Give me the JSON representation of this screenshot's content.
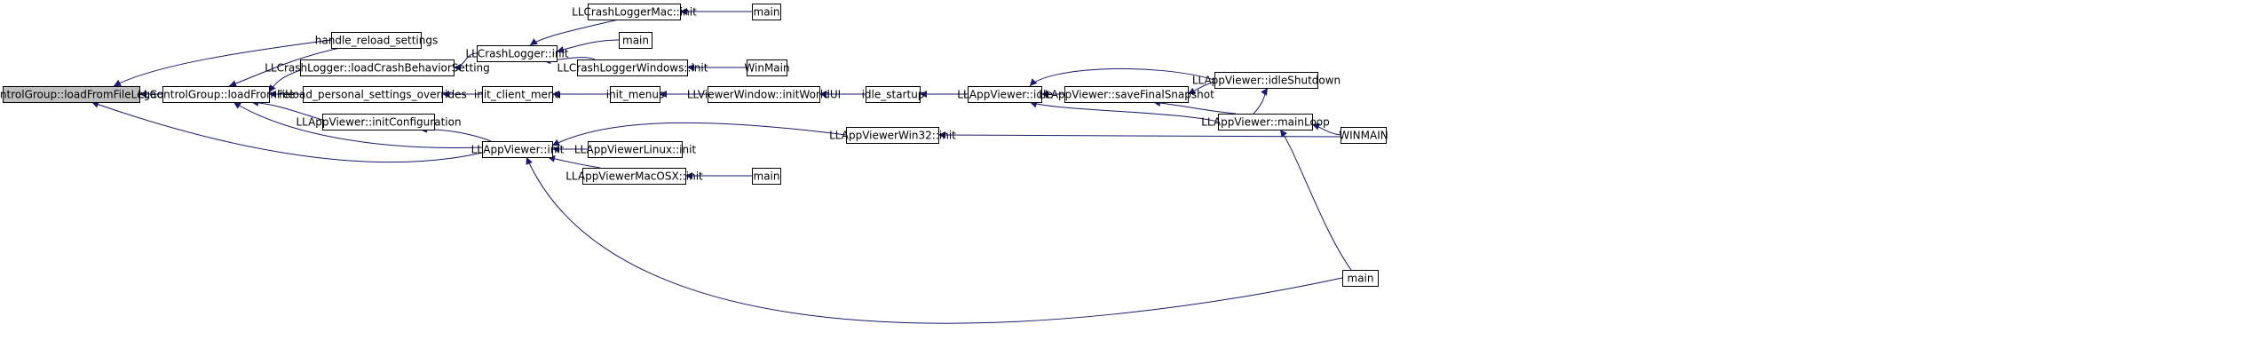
{
  "colors": {
    "edge": "#191970",
    "root_fill": "#bfbfbf",
    "node_fill": "#ffffff",
    "border": "#000000"
  },
  "nodes": [
    {
      "id": "n0",
      "label": "LLControlGroup::loadFromFileLegacy",
      "root": true
    },
    {
      "id": "n1",
      "label": "LLControlGroup::loadFromFile"
    },
    {
      "id": "n2",
      "label": "handle_reload_settings"
    },
    {
      "id": "n3",
      "label": "LLCrashLogger::loadCrashBehaviorSetting"
    },
    {
      "id": "n4",
      "label": "reload_personal_settings_overrides"
    },
    {
      "id": "n5",
      "label": "LLAppViewer::initConfiguration"
    },
    {
      "id": "n6",
      "label": "LLAppViewer::init"
    },
    {
      "id": "n7",
      "label": "LLCrashLogger::init"
    },
    {
      "id": "n8",
      "label": "LLCrashLoggerMac::init"
    },
    {
      "id": "n9",
      "label": "main"
    },
    {
      "id": "n10",
      "label": "main"
    },
    {
      "id": "n11",
      "label": "LLCrashLoggerWindows::init"
    },
    {
      "id": "n12",
      "label": "WinMain"
    },
    {
      "id": "n13",
      "label": "init_client_menu"
    },
    {
      "id": "n14",
      "label": "init_menus"
    },
    {
      "id": "n15",
      "label": "LLViewerWindow::initWorldUI"
    },
    {
      "id": "n16",
      "label": "idle_startup"
    },
    {
      "id": "n17",
      "label": "LLAppViewer::idle"
    },
    {
      "id": "n18",
      "label": "LLAppViewer::saveFinalSnapshot"
    },
    {
      "id": "n19",
      "label": "LLAppViewer::idleShutdown"
    },
    {
      "id": "n20",
      "label": "LLAppViewer::mainLoop"
    },
    {
      "id": "n21",
      "label": "WINMAIN"
    },
    {
      "id": "n22",
      "label": "main"
    },
    {
      "id": "n23",
      "label": "LLAppViewerWin32::init"
    },
    {
      "id": "n24",
      "label": "LLAppViewerLinux::init"
    },
    {
      "id": "n25",
      "label": "LLAppViewerMacOSX::init"
    },
    {
      "id": "n26",
      "label": "main"
    }
  ],
  "edges": [
    {
      "from": "n1",
      "to": "n0"
    },
    {
      "from": "n2",
      "to": "n0"
    },
    {
      "from": "n6",
      "to": "n0"
    },
    {
      "from": "n2",
      "to": "n1"
    },
    {
      "from": "n3",
      "to": "n1"
    },
    {
      "from": "n4",
      "to": "n1"
    },
    {
      "from": "n5",
      "to": "n1"
    },
    {
      "from": "n6",
      "to": "n1"
    },
    {
      "from": "n7",
      "to": "n3"
    },
    {
      "from": "n8",
      "to": "n7"
    },
    {
      "from": "n10",
      "to": "n7"
    },
    {
      "from": "n11",
      "to": "n7"
    },
    {
      "from": "n9",
      "to": "n8"
    },
    {
      "from": "n12",
      "to": "n11"
    },
    {
      "from": "n13",
      "to": "n4"
    },
    {
      "from": "n14",
      "to": "n13"
    },
    {
      "from": "n15",
      "to": "n14"
    },
    {
      "from": "n16",
      "to": "n15"
    },
    {
      "from": "n17",
      "to": "n16"
    },
    {
      "from": "n18",
      "to": "n17"
    },
    {
      "from": "n19",
      "to": "n17"
    },
    {
      "from": "n20",
      "to": "n17"
    },
    {
      "from": "n19",
      "to": "n18"
    },
    {
      "from": "n20",
      "to": "n18"
    },
    {
      "from": "n20",
      "to": "n19"
    },
    {
      "from": "n21",
      "to": "n20"
    },
    {
      "from": "n22",
      "to": "n20"
    },
    {
      "from": "n6",
      "to": "n5"
    },
    {
      "from": "n23",
      "to": "n6"
    },
    {
      "from": "n24",
      "to": "n6"
    },
    {
      "from": "n25",
      "to": "n6"
    },
    {
      "from": "n22",
      "to": "n6"
    },
    {
      "from": "n21",
      "to": "n23"
    },
    {
      "from": "n26",
      "to": "n25"
    }
  ]
}
